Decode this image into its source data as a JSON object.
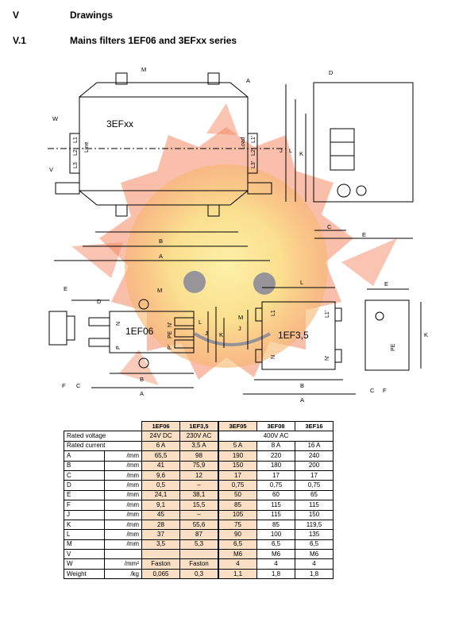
{
  "section": {
    "number": "V",
    "title": "Drawings"
  },
  "subsection": {
    "number": "V.1",
    "title": "Mains filters 1EF06 and 3EFxx series"
  },
  "drawing_top": {
    "body_label": "3EFxx",
    "line_label": "Line",
    "load_label": "Load",
    "terminals_left": [
      "L1",
      "L2",
      "L3"
    ],
    "terminals_right": [
      "L1'",
      "L2'",
      "L3'"
    ],
    "dims": {
      "M": "M",
      "D": "D",
      "W": "W",
      "V": "V",
      "J": "J",
      "L": "L",
      "K": "K",
      "C": "C",
      "B": "B",
      "A": "A",
      "E": "E"
    }
  },
  "drawing_1ef06": {
    "body_label": "1EF06",
    "left_pins": [
      "N",
      "P"
    ],
    "right_pins": [
      "N'",
      "PE",
      "P'"
    ],
    "dims": {
      "M": "M",
      "D": "D",
      "E": "E",
      "J": "J",
      "K": "K",
      "L": "L",
      "B": "B",
      "A": "A",
      "F": "F",
      "C": "C"
    }
  },
  "drawing_1ef35": {
    "body_label": "1EF3,5",
    "top_pins": [
      "L1",
      "L1'"
    ],
    "bottom_pins": [
      "N",
      "N'"
    ],
    "pe_label": "PE",
    "dims": {
      "L": "L",
      "J": "J",
      "M": "M",
      "B": "B",
      "A": "A",
      "E": "E",
      "K": "K",
      "C": "C",
      "F": "F"
    }
  },
  "spec_table": {
    "columns": [
      "1EF06",
      "1EF3,5",
      "3EF05",
      "3EF08",
      "3EF16"
    ],
    "rated_voltage": {
      "label": "Rated voltage",
      "v1": "24V DC",
      "v2": "230V AC",
      "v3": "400V AC"
    },
    "rated_current": {
      "label": "Rated current",
      "values": [
        "6  A",
        "3,5  A",
        "5  A",
        "8  A",
        "16  A"
      ]
    },
    "rows": [
      {
        "param": "A",
        "unit": "/mm",
        "values": [
          "65,5",
          "98",
          "190",
          "220",
          "240"
        ]
      },
      {
        "param": "B",
        "unit": "/mm",
        "values": [
          "41",
          "75,9",
          "150",
          "180",
          "200"
        ]
      },
      {
        "param": "C",
        "unit": "/mm",
        "values": [
          "9,6",
          "12",
          "17",
          "17",
          "17"
        ]
      },
      {
        "param": "D",
        "unit": "/mm",
        "values": [
          "0,5",
          "–",
          "0,75",
          "0,75",
          "0,75"
        ]
      },
      {
        "param": "E",
        "unit": "/mm",
        "values": [
          "24,1",
          "38,1",
          "50",
          "60",
          "65"
        ]
      },
      {
        "param": "F",
        "unit": "/mm",
        "values": [
          "9,1",
          "15,5",
          "85",
          "115",
          "115"
        ]
      },
      {
        "param": "J",
        "unit": "/mm",
        "values": [
          "45",
          "–",
          "105",
          "115",
          "150"
        ]
      },
      {
        "param": "K",
        "unit": "/mm",
        "values": [
          "28",
          "55,6",
          "75",
          "85",
          "119,5"
        ]
      },
      {
        "param": "L",
        "unit": "/mm",
        "values": [
          "37",
          "87",
          "90",
          "100",
          "135"
        ]
      },
      {
        "param": "M",
        "unit": "/mm",
        "values": [
          "3,5",
          "5,3",
          "6,5",
          "6,5",
          "6,5"
        ]
      },
      {
        "param": "V",
        "unit": "",
        "values": [
          "",
          "",
          "M6",
          "M6",
          "M6"
        ]
      },
      {
        "param": "W",
        "unit": "/mm²",
        "values": [
          "Faston",
          "Faston",
          "4",
          "4",
          "4"
        ]
      },
      {
        "param": "Weight",
        "unit": "/kg",
        "values": [
          "0,065",
          "0,3",
          "1,1",
          "1,8",
          "1,8"
        ]
      }
    ]
  },
  "colors": {
    "overlay": "#f47a5a",
    "sun_center": "#fbe88a",
    "face": "#8c8c9a"
  }
}
